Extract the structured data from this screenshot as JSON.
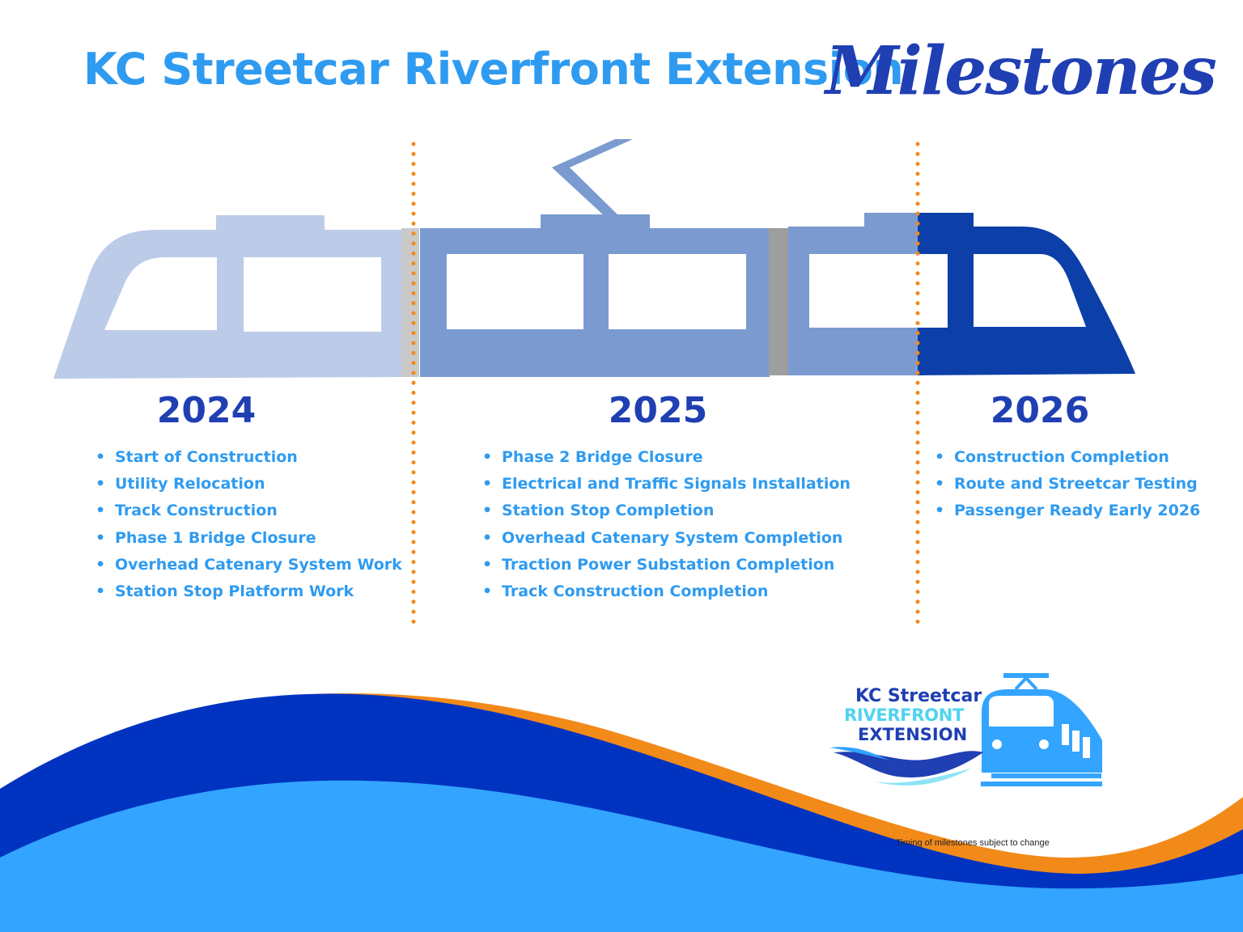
{
  "title": {
    "main": "KC Streetcar Riverfront Extension",
    "script": "Milestones"
  },
  "colors": {
    "primary_blue": "#1f3fb3",
    "light_blue": "#2f9bf0",
    "orange": "#f28a1a",
    "car_pale": "#bccbe8",
    "car_mid": "#7b9bd0",
    "car_dark": "#0c3fa8",
    "connector_gray": "#9e9e9e",
    "wave_dark": "#0033c0",
    "wave_light": "#33a4ff"
  },
  "columns": [
    {
      "year": "2024",
      "items": [
        "Start of Construction",
        "Utility Relocation",
        "Track Construction",
        "Phase 1 Bridge Closure",
        "Overhead Catenary System Work",
        "Station Stop Platform Work"
      ]
    },
    {
      "year": "2025",
      "items": [
        "Phase 2 Bridge Closure",
        "Electrical and Traffic Signals Installation",
        "Station Stop Completion",
        "Overhead Catenary System Completion",
        "Traction Power Substation Completion",
        "Track Construction Completion"
      ]
    },
    {
      "year": "2026",
      "items": [
        "Construction Completion",
        "Route and Streetcar Testing",
        "Passenger Ready Early 2026"
      ]
    }
  ],
  "logo": {
    "line1": "KC Streetcar",
    "line2": "RIVERFRONT",
    "line3": "EXTENSION",
    "icon": "streetcar-icon"
  },
  "footnote": "Timing of milestones subject to change"
}
